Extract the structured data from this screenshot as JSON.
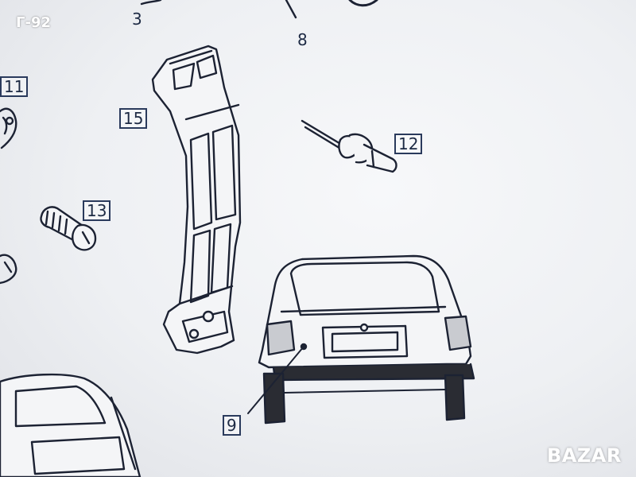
{
  "watermark": {
    "text": "Г-92"
  },
  "brand": {
    "logo_text": "BAZAR"
  },
  "callouts": {
    "c3": "3",
    "c8": "8",
    "c11": "11",
    "c15": "15",
    "c12": "12",
    "c13": "13",
    "c9": "9"
  },
  "colors": {
    "line": "#1c2233",
    "background": "#eef0f3",
    "frame": "#2a3a5c"
  }
}
